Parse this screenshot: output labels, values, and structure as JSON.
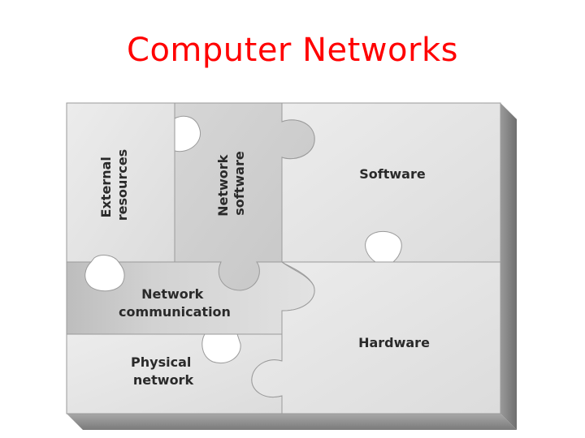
{
  "title": "Computer Networks",
  "diagram": {
    "pieces": [
      {
        "id": "external-resources",
        "lines": [
          "External",
          "resources"
        ]
      },
      {
        "id": "network-software",
        "lines": [
          "Network",
          "software"
        ]
      },
      {
        "id": "software",
        "lines": [
          "Software"
        ]
      },
      {
        "id": "network-communication",
        "lines": [
          "Network",
          "communication"
        ]
      },
      {
        "id": "physical-network",
        "lines": [
          "Physical",
          "network"
        ]
      },
      {
        "id": "hardware",
        "lines": [
          "Hardware"
        ]
      }
    ]
  },
  "colors": {
    "title": "#ff0000",
    "piece_light": "#e6e6e6",
    "piece_dark": "#c4c4c4",
    "edge": "#999999",
    "label": "#2a2a2a"
  }
}
